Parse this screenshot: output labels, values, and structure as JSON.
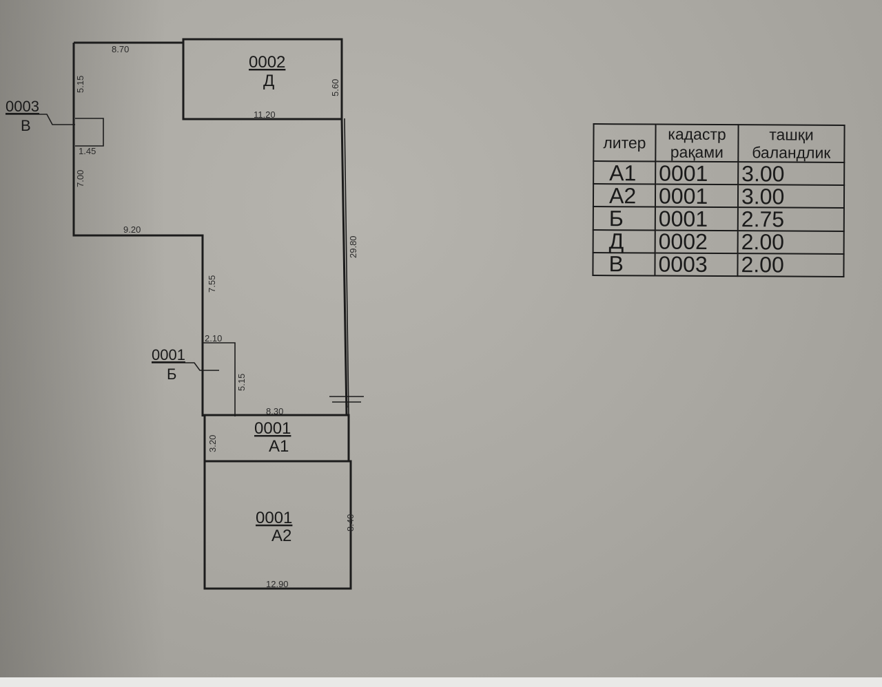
{
  "plan": {
    "buildings": [
      {
        "code": "0002",
        "liter": "Д"
      },
      {
        "code": "0001",
        "liter": "А1"
      },
      {
        "code": "0001",
        "liter": "А2"
      }
    ],
    "callouts": [
      {
        "code": "0003",
        "liter": "В"
      },
      {
        "code": "0001",
        "liter": "Б"
      }
    ],
    "dimensions": [
      "8.70",
      "5.15",
      "1.45",
      "7.00",
      "9.20",
      "7.55",
      "11.20",
      "5.60",
      "29.80",
      "2.10",
      "5.15",
      "8.30",
      "3.20",
      "8.40",
      "12.90"
    ]
  },
  "legend": {
    "headers": [
      "литер",
      "кадастр рақами",
      "ташқи баландлик"
    ],
    "rows": [
      [
        "А1",
        "0001",
        "3.00"
      ],
      [
        "А2",
        "0001",
        "3.00"
      ],
      [
        "Б",
        "0001",
        "2.75"
      ],
      [
        "Д",
        "0002",
        "2.00"
      ],
      [
        "В",
        "0003",
        "2.00"
      ]
    ]
  }
}
